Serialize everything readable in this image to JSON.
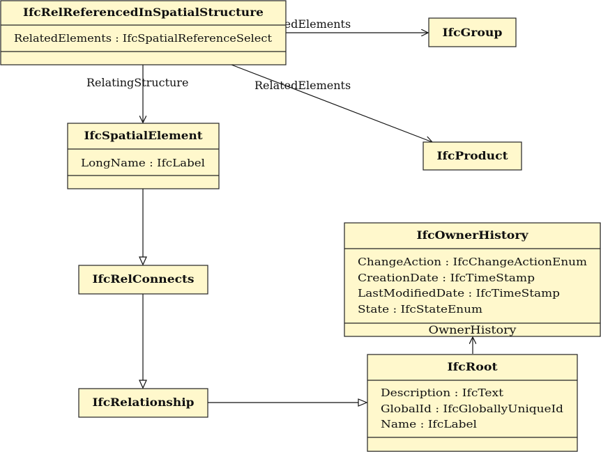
{
  "classes": {
    "rel_ref": {
      "name": "IfcRelReferencedInSpatialStructure",
      "attributes": [
        "RelatedElements : IfcSpatialReferenceSelect"
      ]
    },
    "group": {
      "name": "IfcGroup"
    },
    "spatial": {
      "name": "IfcSpatialElement",
      "attributes": [
        "LongName : IfcLabel"
      ]
    },
    "product": {
      "name": "IfcProduct"
    },
    "owner": {
      "name": "IfcOwnerHistory",
      "attributes": [
        "ChangeAction : IfcChangeActionEnum",
        "CreationDate : IfcTimeStamp",
        "LastModifiedDate : IfcTimeStamp",
        "State : IfcStateEnum"
      ],
      "footer": "OwnerHistory"
    },
    "connects": {
      "name": "IfcRelConnects"
    },
    "root": {
      "name": "IfcRoot",
      "attributes": [
        "Description : IfcText",
        "GlobalId : IfcGloballyUniqueId",
        "Name : IfcLabel"
      ]
    },
    "relationship": {
      "name": "IfcRelationship"
    }
  },
  "edges": {
    "to_group": "RelatedElements",
    "to_product": "RelatedElements",
    "to_spatial": "RelatingStructure"
  }
}
